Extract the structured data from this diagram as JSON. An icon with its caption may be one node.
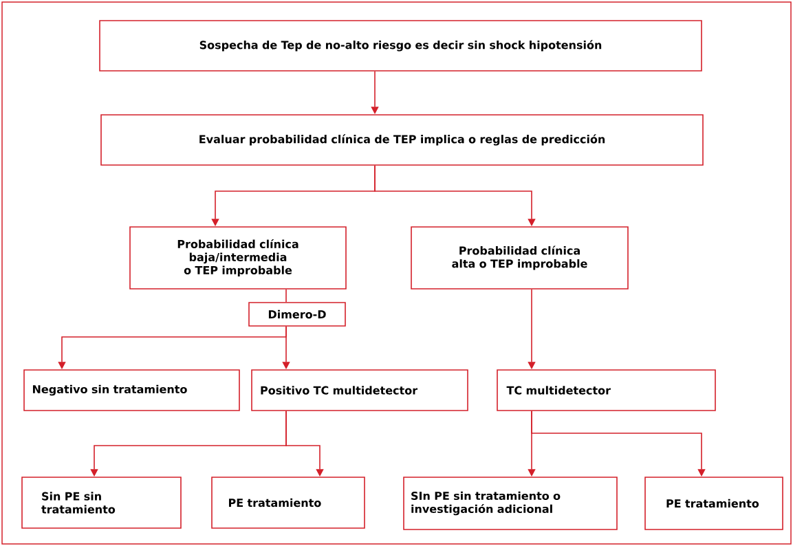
{
  "diagram": {
    "nodes": [
      {
        "text": [
          "Sospecha de Tep de no-alto riesgo es decir sin shock hipotensión"
        ]
      },
      {
        "text": [
          "Evaluar probabilidad clínica de TEP implica o reglas de predicción"
        ]
      },
      {
        "text": [
          "Probabilidad clínica baja/intermedia o TEP improbable"
        ]
      },
      {
        "text": [
          "Probabilidad clínica alta o TEP improbable"
        ]
      },
      {
        "text": [
          "Dimero-D"
        ]
      },
      {
        "text": [
          "Negativo sin tratamiento"
        ]
      },
      {
        "text": [
          "Positivo TC multidetector"
        ]
      },
      {
        "text": [
          "TC multidetector"
        ]
      },
      {
        "text": [
          "Sin PE sin tratamiento"
        ]
      },
      {
        "text": [
          "PE tratamiento"
        ]
      },
      {
        "text": [
          "SIn PE sin tratamiento o investigación adicional"
        ]
      },
      {
        "text": [
          "PE tratamiento"
        ]
      }
    ],
    "edges": [
      {
        "from": 0,
        "to": 1,
        "arrow": "to"
      },
      {
        "from": 1,
        "to": 2,
        "arrow": "to"
      },
      {
        "from": 1,
        "to": 3,
        "arrow": "to"
      },
      {
        "from": 2,
        "to": 4,
        "arrow": "none"
      },
      {
        "from": 4,
        "to": 5,
        "arrow": "to"
      },
      {
        "from": 4,
        "to": 6,
        "arrow": "to"
      },
      {
        "from": 3,
        "to": 7,
        "arrow": "to"
      },
      {
        "from": 6,
        "to": 8,
        "arrow": "to"
      },
      {
        "from": 6,
        "to": 9,
        "arrow": "to"
      },
      {
        "from": 7,
        "to": 10,
        "arrow": "to"
      },
      {
        "from": 7,
        "to": 11,
        "arrow": "to"
      }
    ]
  }
}
